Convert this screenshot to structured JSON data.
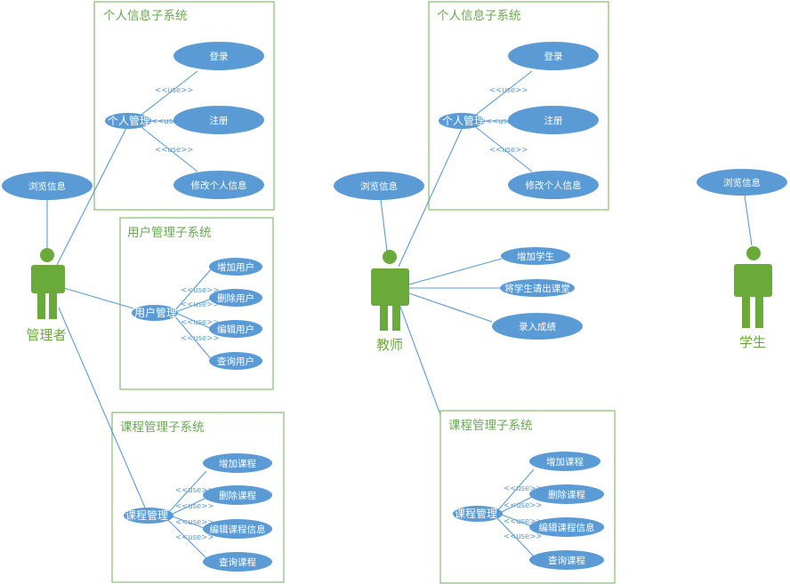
{
  "actors": {
    "admin": "管理者",
    "teacher": "教师",
    "student": "学生"
  },
  "browse_label": "浏览信息",
  "use_label": "<<use>>",
  "personal": {
    "title": "个人信息子系统",
    "hub": "个人管理",
    "items": [
      "登录",
      "注册",
      "修改个人信息"
    ]
  },
  "user_mgmt": {
    "title": "用户管理子系统",
    "hub": "用户管理",
    "items": [
      "增加用户",
      "删除用户",
      "编辑用户",
      "查询用户"
    ]
  },
  "course_mgmt": {
    "title": "课程管理子系统",
    "hub": "课程管理",
    "items": [
      "增加课程",
      "删除课程",
      "编辑课程信息",
      "查询课程"
    ]
  },
  "teacher_usecases": [
    "增加学生",
    "将学生请出课堂",
    "录入成绩"
  ],
  "colors": {
    "usecase": "#5b9bd5",
    "actor": "#6aaa3a",
    "box_border": "#8fc478",
    "title": "#6aa84f"
  }
}
